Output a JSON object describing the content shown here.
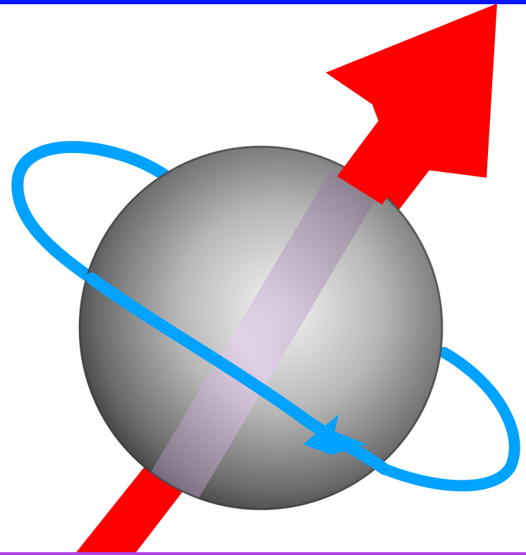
{
  "colors": {
    "top_border": "#0a14ff",
    "bottom_border": "#b044e8",
    "arrow": "#ff0000",
    "orbit": "#00a2ff",
    "sphere_light": "#f4f4f4",
    "sphere_dark": "#2f2f2f",
    "sphere_band": "#c7a8d8",
    "background": "#ffffff"
  },
  "icons": {
    "arrow": "red-spin-vector-arrow",
    "sphere": "spinning-sphere",
    "orbit": "blue-rotation-orbit"
  }
}
